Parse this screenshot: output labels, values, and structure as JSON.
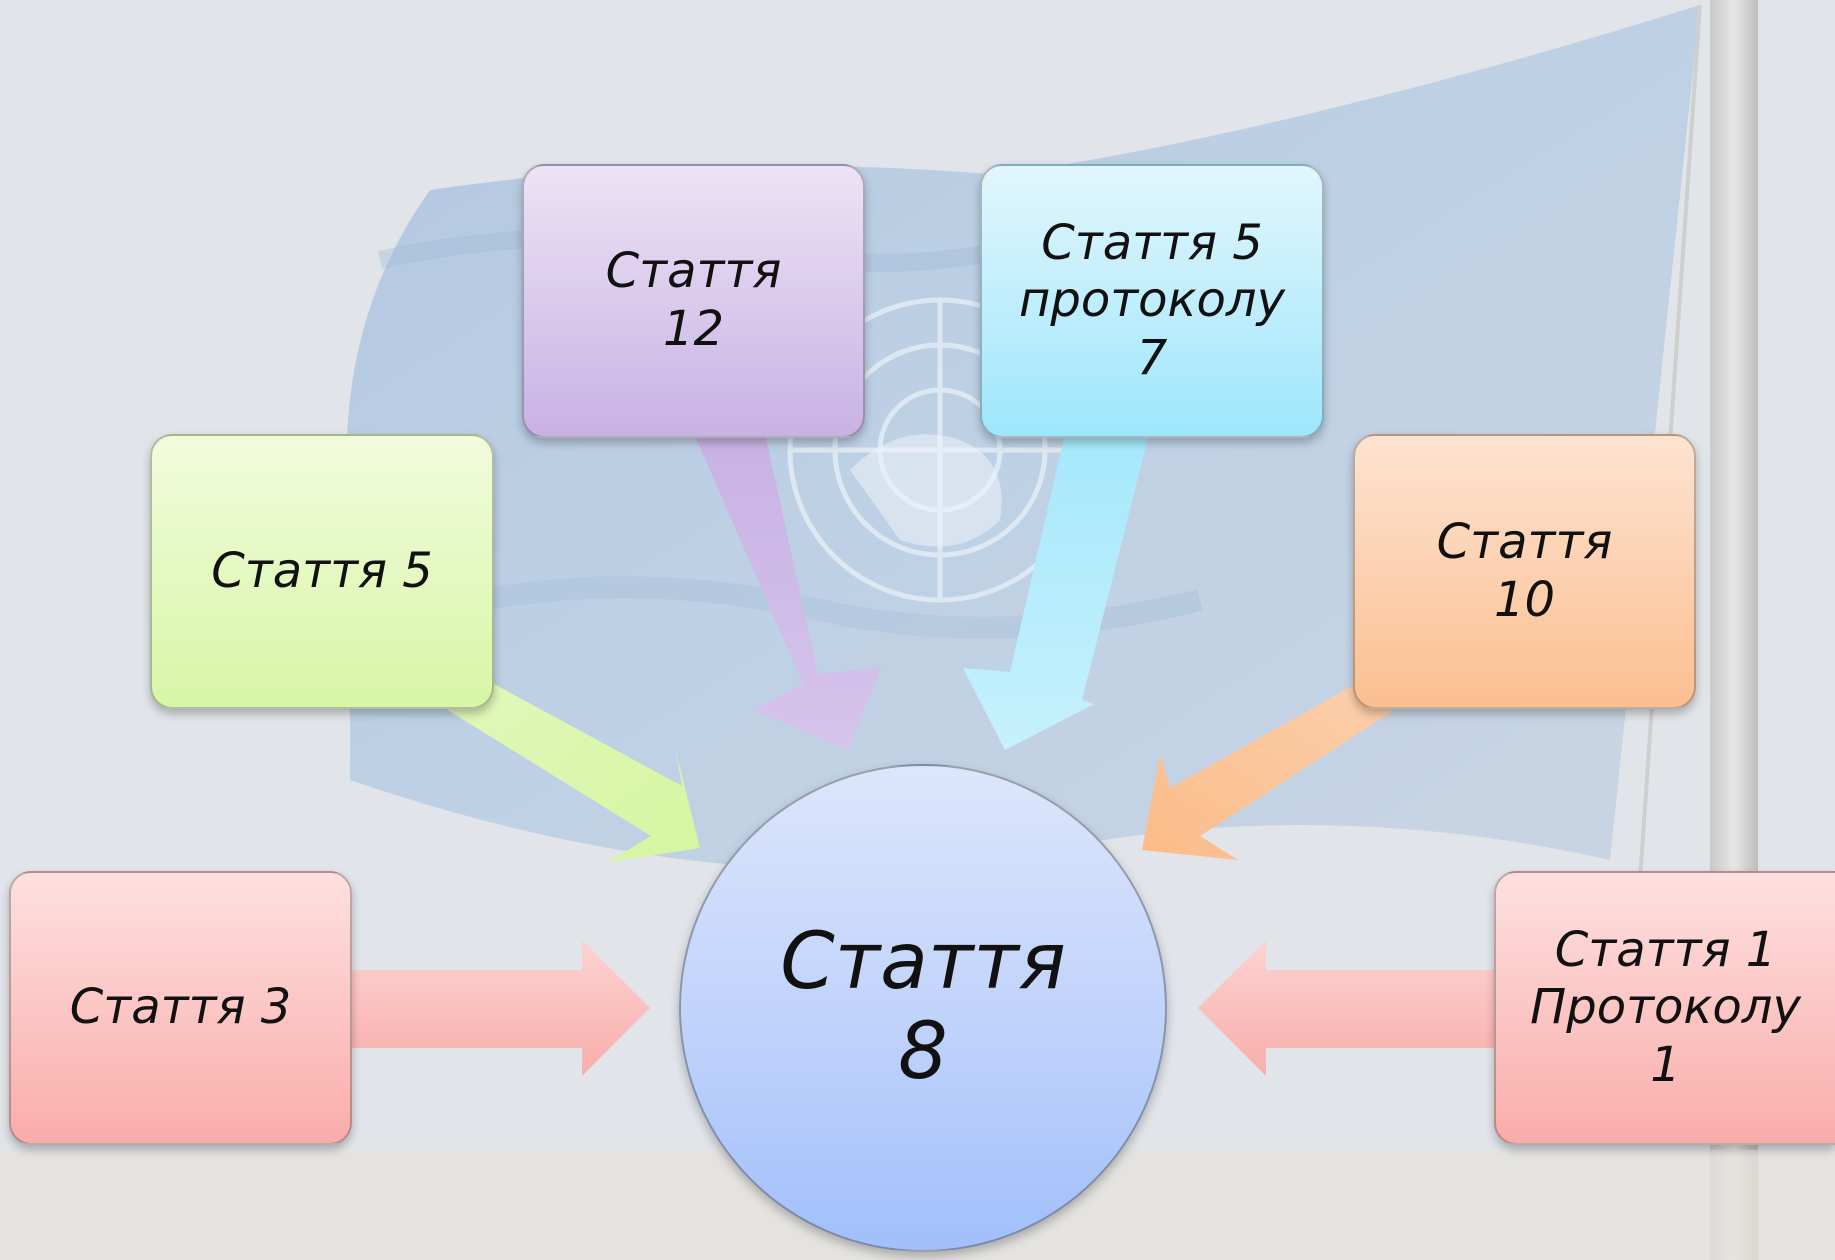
{
  "center": {
    "label": "Стаття\n8",
    "color": "#bfd2fb"
  },
  "nodes": {
    "art12": {
      "label": "Стаття\n12",
      "color": "#d3bfe9"
    },
    "art5p7": {
      "label": "Стаття 5\nпротоколу\n7",
      "color": "#b3ecfc"
    },
    "art5": {
      "label": "Стаття 5",
      "color": "#def7b4"
    },
    "art10": {
      "label": "Стаття\n10",
      "color": "#fbcba5"
    },
    "art3": {
      "label": "Стаття 3",
      "color": "#fbbab7"
    },
    "art1p1": {
      "label": "Стаття 1\nПротоколу\n1",
      "color": "#fbbab7"
    }
  }
}
